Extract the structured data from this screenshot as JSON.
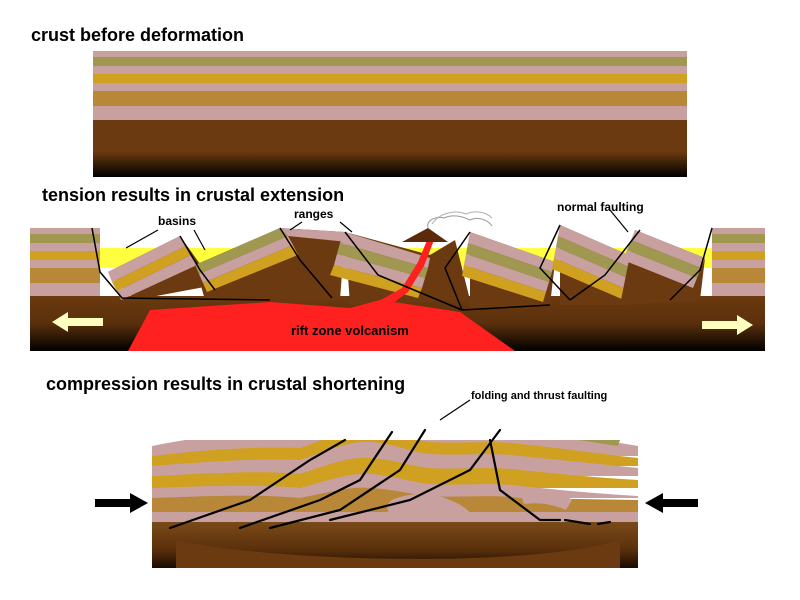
{
  "panels": {
    "before": {
      "title": "crust before deformation"
    },
    "extension": {
      "title": "tension results in crustal extension",
      "labels": {
        "basins": "basins",
        "ranges": "ranges",
        "normal_faulting": "normal faulting",
        "volcanism": "rift zone volcanism"
      }
    },
    "compression": {
      "title": "compression results in crustal shortening",
      "labels": {
        "folding": "folding and thrust faulting"
      }
    }
  },
  "colors": {
    "pink": "#c8a0a0",
    "olive": "#a09850",
    "gold": "#d0a020",
    "tan": "#b88838",
    "brown": "#6b3a10",
    "dark": "#3a1f08",
    "black": "#000000",
    "magma": "#ff2020",
    "basin_fill": "#ffff40",
    "arrow_light": "#ffffc0",
    "arrow_dark": "#000000"
  }
}
